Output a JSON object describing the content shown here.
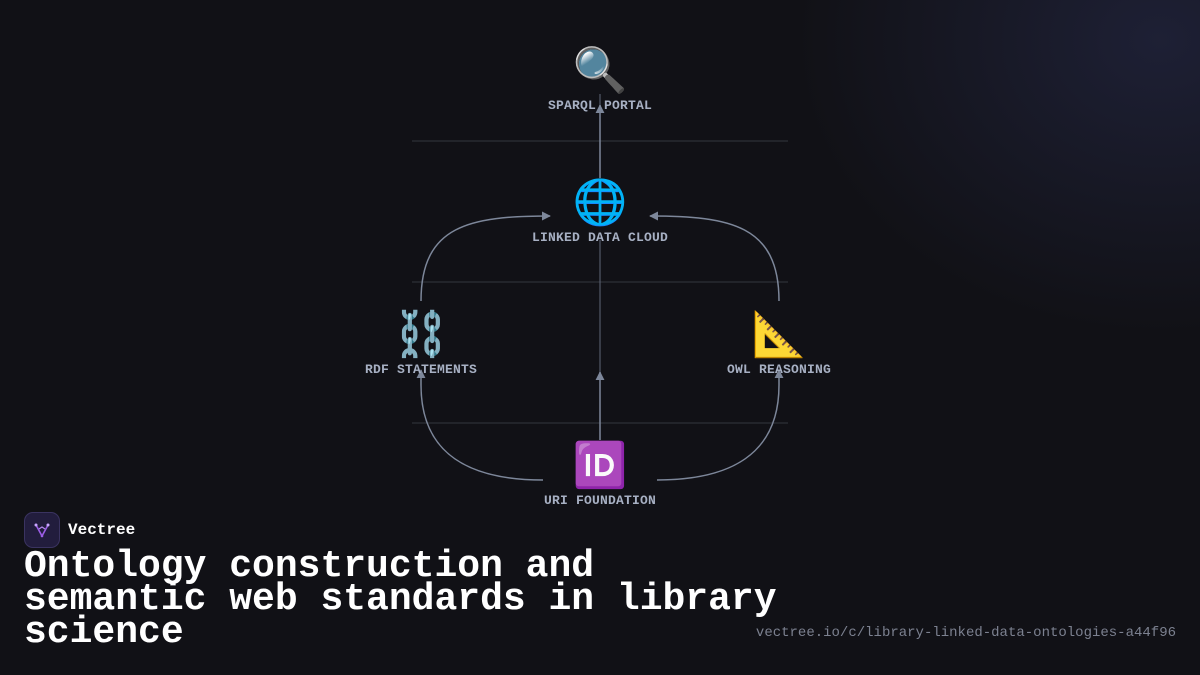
{
  "diagram": {
    "nodes": {
      "sparql": {
        "icon": "🔍",
        "icon_name": "magnifying-glass-icon",
        "label": "SPARQL PORTAL"
      },
      "cloud": {
        "icon": "🌐",
        "icon_name": "globe-icon",
        "label": "LINKED DATA CLOUD"
      },
      "rdf": {
        "icon": "⛓️",
        "icon_name": "chain-icon",
        "label": "RDF STATEMENTS"
      },
      "owl": {
        "icon": "📐",
        "icon_name": "triangle-ruler-icon",
        "label": "OWL REASONING"
      },
      "uri": {
        "icon": "🆔",
        "icon_name": "id-badge-icon",
        "label": "URI FOUNDATION"
      }
    },
    "edges": [
      {
        "from": "uri",
        "to": "cloud"
      },
      {
        "from": "uri",
        "to": "rdf"
      },
      {
        "from": "uri",
        "to": "owl"
      },
      {
        "from": "rdf",
        "to": "cloud"
      },
      {
        "from": "owl",
        "to": "cloud"
      },
      {
        "from": "cloud",
        "to": "sparql"
      }
    ],
    "colors": {
      "edge": "#7d879a",
      "divider": "#34363f",
      "label": "#a7b0c3"
    }
  },
  "brand": {
    "name": "Vectree",
    "logo_icon": "vectree-logo-icon",
    "accent": "#9b5de5"
  },
  "title": "Ontology construction and semantic web standards in library science",
  "url": "vectree.io/c/library-linked-data-ontologies-a44f96"
}
